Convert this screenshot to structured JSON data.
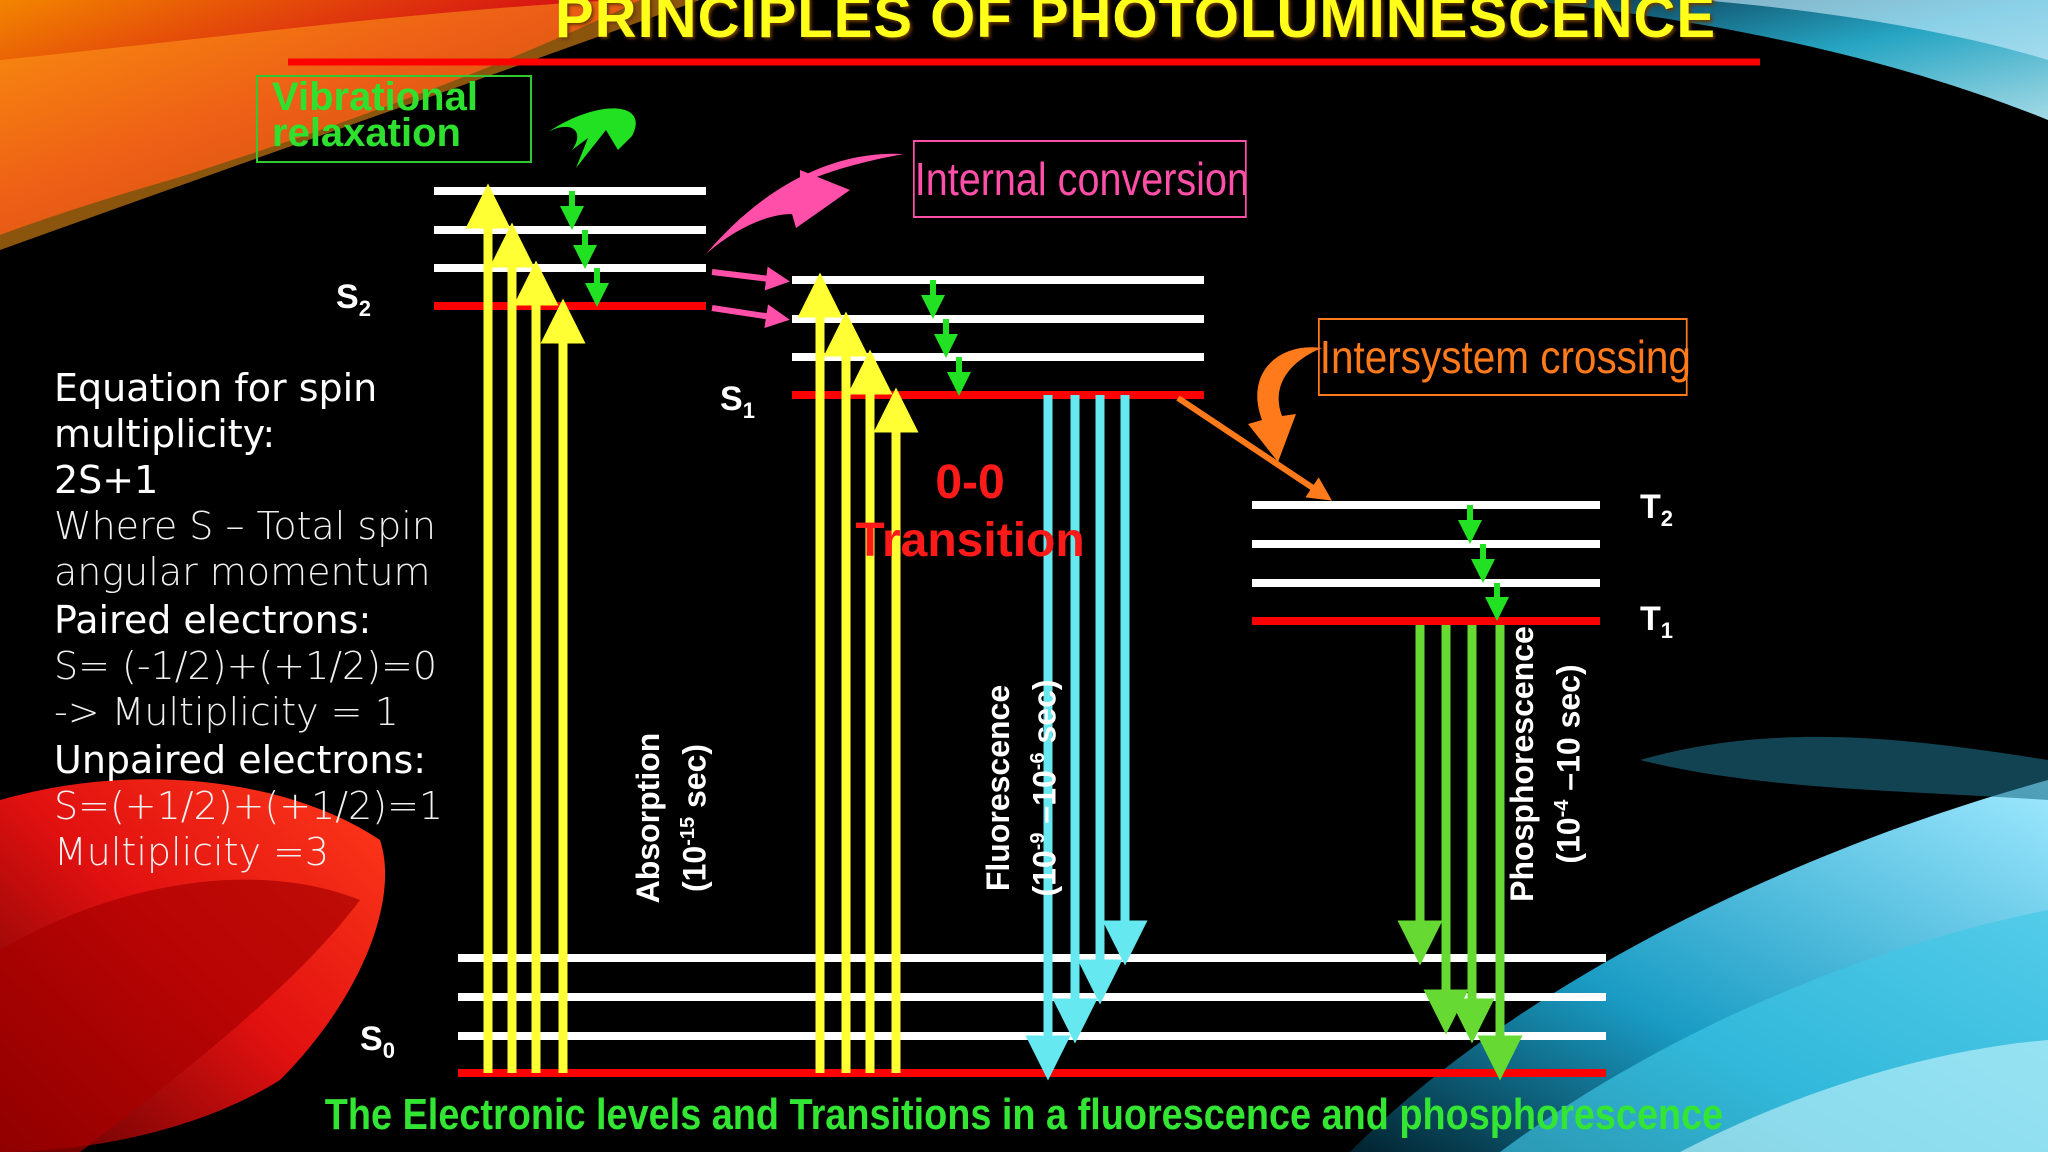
{
  "title": "PRINCIPLES OF PHOTOLUMINESCENCE",
  "labels": {
    "vibrational_relaxation": [
      "Vibrational",
      "relaxation"
    ],
    "internal_conversion": "Internal conversion",
    "intersystem_crossing": "Intersystem crossing",
    "zero_zero_transition": [
      "0-0",
      "Transition"
    ]
  },
  "states": {
    "S2": {
      "letter": "S",
      "sub": "2"
    },
    "S1": {
      "letter": "S",
      "sub": "1"
    },
    "S0": {
      "letter": "S",
      "sub": "0"
    },
    "T2": {
      "letter": "T",
      "sub": "2"
    },
    "T1": {
      "letter": "T",
      "sub": "1"
    }
  },
  "processes": {
    "absorption": {
      "name": "Absorption",
      "time_prefix": "(10",
      "exp": "-15",
      "time_suffix": " sec)"
    },
    "fluorescence": {
      "name": "Fluorescence",
      "time_prefix": "(10",
      "exp1": "-9",
      "mid": " –10",
      "exp2": "-6",
      "time_suffix": " sec)"
    },
    "phosphorescence": {
      "name": "Phosphorescence",
      "time_prefix": "(10",
      "exp": "-4",
      "time_suffix": " –10 sec)"
    }
  },
  "equation": {
    "heading": "Equation for spin multiplicity:",
    "formula": "2S+1",
    "where": "Where S – Total  spin angular momentum",
    "paired_heading": "Paired electrons:",
    "paired_calc": "S= (-1/2)+(+1/2)=0",
    "paired_result": "-> Multiplicity = 1",
    "unpaired_heading": "Unpaired electrons:",
    "unpaired_calc": "S=(+1/2)+(+1/2)=1",
    "unpaired_result": "Multiplicity =3"
  },
  "caption": "The Electronic levels and Transitions in a fluorescence and phosphorescence",
  "colors": {
    "title": "#ffff1a",
    "vibrational": "#2fe12f",
    "internal_conversion": "#ff4fa8",
    "intersystem_crossing": "#ff7a1a",
    "absorption_arrows": "#ffff33",
    "fluorescence_arrows": "#66e8f0",
    "phosphorescence_arrows": "#66d933",
    "ground_level": "#ff0000",
    "caption": "#33e633"
  }
}
